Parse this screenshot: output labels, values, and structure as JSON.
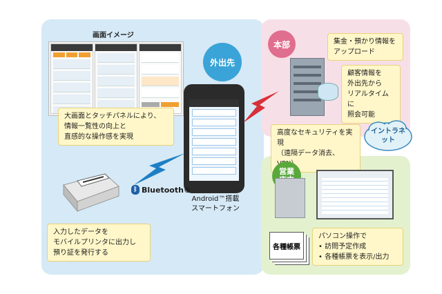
{
  "colors": {
    "field_panel": "#d5e9f6",
    "hq_panel": "#f7dfe8",
    "branch_panel": "#e3f1cf",
    "field_bubble": "#3aa3d8",
    "hq_bubble": "#e06e8e",
    "branch_bubble": "#5aa83c",
    "intranet_cloud": "#e1f1f8",
    "lightning": "#1e7fc4",
    "lightning_red": "#d8303a",
    "callout_bg": "#fff7c9"
  },
  "field": {
    "screens_caption": "画面イメージ",
    "bubble_label": "外出先",
    "touch_callout": [
      "大画面とタッチパネルにより、",
      "情報一覧性の向上と",
      "直感的な操作感を実現"
    ],
    "phone_caption": [
      "Android™搭載",
      "スマートフォン"
    ],
    "bluetooth_label": "Bluetooth®",
    "printer_callout": [
      "入力したデータを",
      "モバイルプリンタに出力し",
      "預り証を発行する"
    ]
  },
  "hq": {
    "bubble_label": "本部",
    "upload_callout": [
      "集金・預かり情報を",
      "アップロード"
    ],
    "realtime_callout": [
      "顧客情報を",
      "外出先から",
      "リアルタイムに",
      "照会可能"
    ]
  },
  "network": {
    "security_callout": [
      "高度なセキュリティを実現",
      "（遠隔データ消去、VPN）"
    ],
    "intranet_label": "イントラネット"
  },
  "branch": {
    "bubble_label": "営業店内",
    "documents_label": "各種帳票",
    "pc_callout": [
      "パソコン操作で",
      "• 訪問予定作成",
      "• 各種帳票を表示/出力"
    ]
  }
}
